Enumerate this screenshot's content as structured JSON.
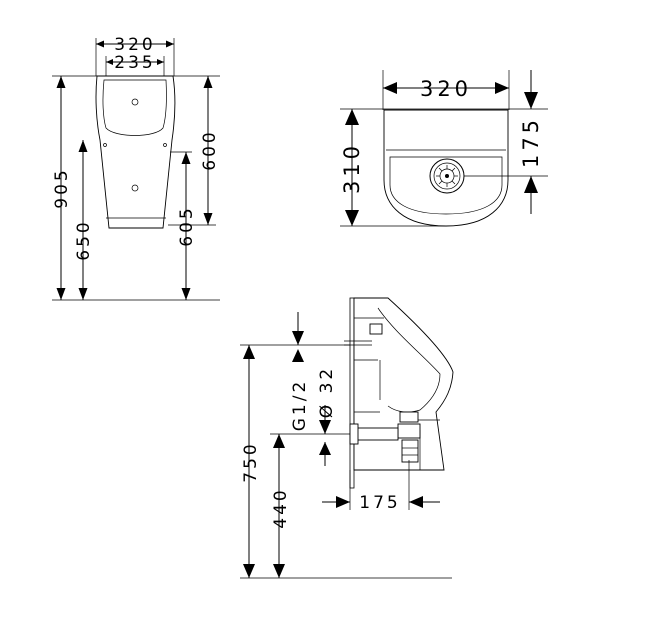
{
  "views": {
    "front": {
      "labels": {
        "top_width": "320",
        "inner_width": "235",
        "total_height": "905",
        "inlet_height": "650",
        "right_height": "600",
        "lower_height": "605"
      }
    },
    "top": {
      "labels": {
        "width": "320",
        "depth": "310",
        "outlet_offset": "175"
      }
    },
    "side": {
      "labels": {
        "thread": "G1/2",
        "diameter": "Ø 32",
        "outlet_height": "750",
        "outlet_center": "440",
        "projection": "175"
      }
    }
  }
}
